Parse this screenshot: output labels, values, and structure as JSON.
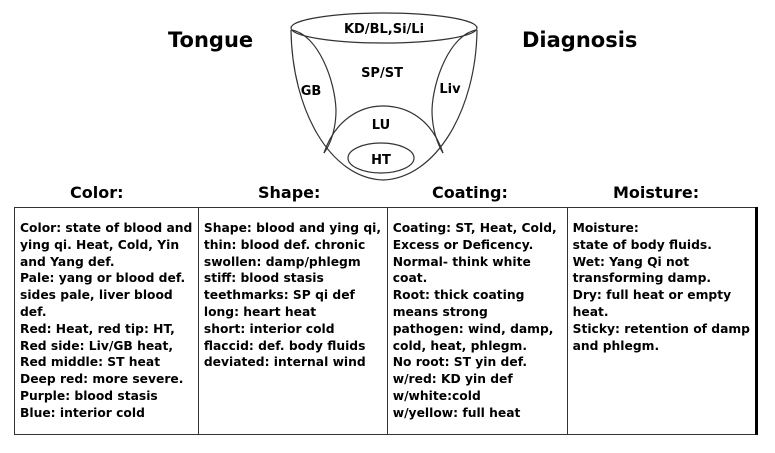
{
  "titles": {
    "left": "Tongue",
    "right": "Diagnosis"
  },
  "tongue_map": {
    "top": "KD/BL,Si/Li",
    "center": "SP/ST",
    "left": "GB",
    "right": "Liv",
    "front": "LU",
    "tip": "HT"
  },
  "headers": [
    "Color:",
    "Shape:",
    "Coating:",
    "Moisture:"
  ],
  "columns": [
    [
      "Color: state of blood and",
      "ying qi. Heat, Cold, Yin",
      "and Yang def.",
      "Pale: yang or blood def.",
      "sides pale, liver blood",
      "def.",
      "Red: Heat, red tip: HT,",
      "Red side: Liv/GB heat,",
      "Red middle: ST heat",
      "Deep red: more severe.",
      "Purple: blood stasis",
      "Blue: interior cold"
    ],
    [
      "Shape: blood and ying qi,",
      "thin: blood def. chronic",
      "swollen: damp/phlegm",
      "stiff: blood stasis",
      "teethmarks: SP qi def",
      "long: heart heat",
      "short: interior cold",
      "flaccid: def. body fluids",
      "deviated: internal wind"
    ],
    [
      "Coating: ST, Heat, Cold,",
      "Excess or Deficency.",
      "Normal- think white",
      "coat.",
      "Root: thick coating",
      "means strong",
      "pathogen: wind, damp,",
      "cold, heat, phlegm.",
      "No root: ST yin def.",
      "w/red: KD yin def",
      "w/white:cold",
      "w/yellow: full heat"
    ],
    [
      "Moisture:",
      "state of body fluids.",
      "Wet: Yang Qi not",
      "transforming damp.",
      "Dry: full heat or empty",
      "heat.",
      "Sticky: retention of damp",
      "and phlegm."
    ]
  ]
}
